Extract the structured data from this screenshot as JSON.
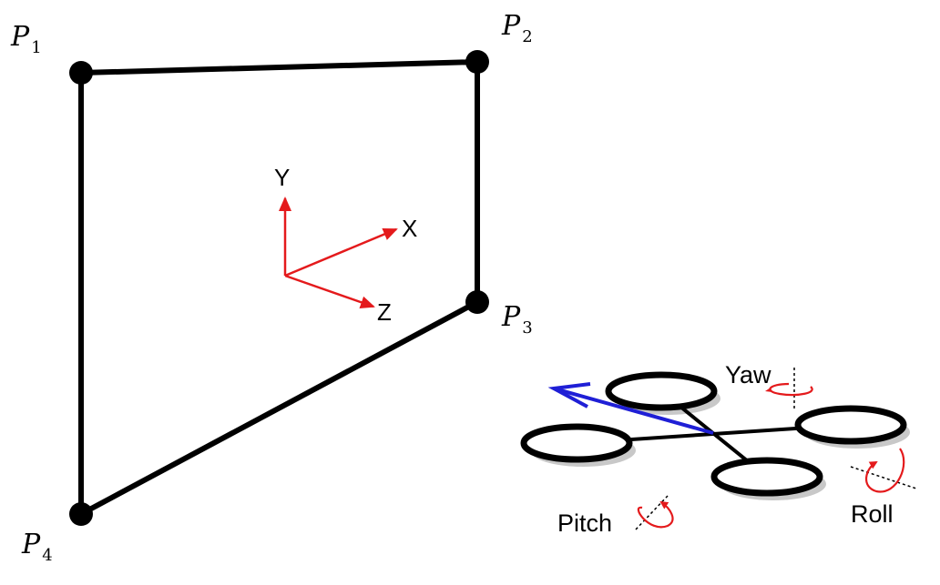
{
  "points": [
    {
      "letter": "P",
      "index": "1"
    },
    {
      "letter": "P",
      "index": "2"
    },
    {
      "letter": "P",
      "index": "3"
    },
    {
      "letter": "P",
      "index": "4"
    }
  ],
  "axes": {
    "x": "X",
    "y": "Y",
    "z": "Z"
  },
  "rotations": {
    "yaw": "Yaw",
    "pitch": "Pitch",
    "roll": "Roll"
  },
  "colors": {
    "frame": "#000000",
    "axes": "#e41a1c",
    "heading_arrow": "#1f1fd6",
    "rotation_arrows": "#e41a1c",
    "rotor_shadow": "#c8c8c8"
  },
  "icons": {
    "quad_frame": "quadcopter-icon",
    "heading": "heading-arrow-icon"
  }
}
